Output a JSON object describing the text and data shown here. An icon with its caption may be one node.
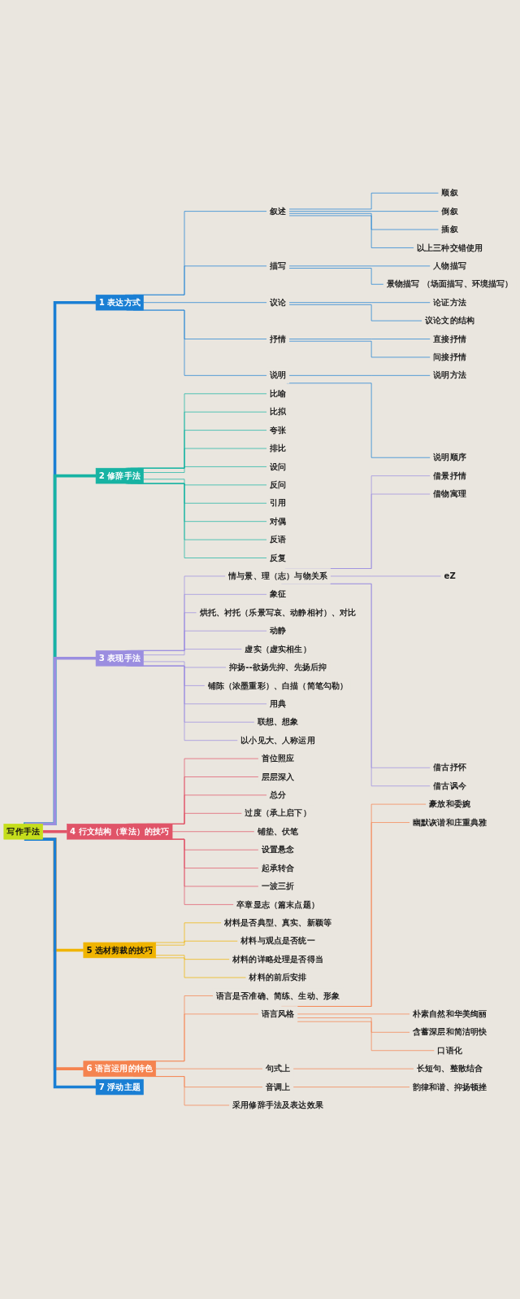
{
  "diagram": {
    "nodes": [
      {
        "text": [
          "写作手法"
        ]
      },
      {
        "text": [
          "1 表达方式"
        ]
      },
      {
        "text": [
          "叙述"
        ]
      },
      {
        "text": [
          "顺叙"
        ]
      },
      {
        "text": [
          "倒叙"
        ]
      },
      {
        "text": [
          "插叙"
        ]
      },
      {
        "text": [
          "以上三种交错使用"
        ]
      },
      {
        "text": [
          "描写"
        ]
      },
      {
        "text": [
          "人物描写"
        ]
      },
      {
        "text": [
          "景物描写 （场面描写、环境描写）"
        ]
      },
      {
        "text": [
          "议论"
        ]
      },
      {
        "text": [
          "论证方法"
        ]
      },
      {
        "text": [
          "议论文的结构"
        ]
      },
      {
        "text": [
          "抒情"
        ]
      },
      {
        "text": [
          "直接抒情"
        ]
      },
      {
        "text": [
          "间接抒情"
        ]
      },
      {
        "text": [
          "说明"
        ]
      },
      {
        "text": [
          "说明方法"
        ]
      },
      {
        "text": [
          "说明顺序"
        ]
      },
      {
        "text": [
          "2 修辞手法"
        ]
      },
      {
        "text": [
          "比喻"
        ]
      },
      {
        "text": [
          "比拟"
        ]
      },
      {
        "text": [
          "夸张"
        ]
      },
      {
        "text": [
          "排比"
        ]
      },
      {
        "text": [
          "设问"
        ]
      },
      {
        "text": [
          "反问"
        ]
      },
      {
        "text": [
          "引用"
        ]
      },
      {
        "text": [
          "对偶"
        ]
      },
      {
        "text": [
          "反语"
        ]
      },
      {
        "text": [
          "反复"
        ]
      },
      {
        "text": [
          "3 表现手法"
        ]
      },
      {
        "text": [
          "情与景、理（志）与物关系"
        ]
      },
      {
        "text": [
          "借景抒情"
        ]
      },
      {
        "text": [
          "借物寓理"
        ]
      },
      {
        "text": [
          "eZ"
        ]
      },
      {
        "text": [
          "借古抒怀"
        ]
      },
      {
        "text": [
          "借古讽今"
        ]
      },
      {
        "text": [
          "象征"
        ]
      },
      {
        "text": [
          "烘托、衬托（乐景写哀、动静相衬）、对比"
        ]
      },
      {
        "text": [
          "动静"
        ]
      },
      {
        "text": [
          "虚实（虚实相生）"
        ]
      },
      {
        "text": [
          "抑扬--欲扬先抑、先扬后抑"
        ]
      },
      {
        "text": [
          "铺陈（浓墨重彩）、白描（简笔勾勒）"
        ]
      },
      {
        "text": [
          "用典"
        ]
      },
      {
        "text": [
          "联想、想象"
        ]
      },
      {
        "text": [
          "以小见大、人称运用"
        ]
      },
      {
        "text": [
          "4 行文结构（章法）的技巧"
        ]
      },
      {
        "text": [
          "首位照应"
        ]
      },
      {
        "text": [
          "层层深入"
        ]
      },
      {
        "text": [
          "总分"
        ]
      },
      {
        "text": [
          "过度（承上启下）"
        ]
      },
      {
        "text": [
          "铺垫、伏笔"
        ]
      },
      {
        "text": [
          "设置悬念"
        ]
      },
      {
        "text": [
          "起承转合"
        ]
      },
      {
        "text": [
          "一波三折"
        ]
      },
      {
        "text": [
          "卒章显志（篇末点题）"
        ]
      },
      {
        "text": [
          "5 选材剪裁的技巧"
        ]
      },
      {
        "text": [
          "材料是否典型、真实、新颖等"
        ]
      },
      {
        "text": [
          "材料与观点是否统一"
        ]
      },
      {
        "text": [
          "材料的详略处理是否得当"
        ]
      },
      {
        "text": [
          "材料的前后安排"
        ]
      },
      {
        "text": [
          "6 语言运用的特色"
        ]
      },
      {
        "text": [
          "语言是否准确、简练、生动、形象"
        ]
      },
      {
        "text": [
          "语言风格"
        ]
      },
      {
        "text": [
          "豪放和委婉"
        ]
      },
      {
        "text": [
          "幽默诙谐和庄重典雅"
        ]
      },
      {
        "text": [
          "朴素自然和华美绚丽"
        ]
      },
      {
        "text": [
          "含蓄深层和简洁明快"
        ]
      },
      {
        "text": [
          "口语化"
        ]
      },
      {
        "text": [
          "句式上"
        ]
      },
      {
        "text": [
          "长短句、整散结合"
        ]
      },
      {
        "text": [
          "音调上"
        ]
      },
      {
        "text": [
          "韵律和谐、抑扬顿挫"
        ]
      },
      {
        "text": [
          "采用修辞手法及表达效果"
        ]
      },
      {
        "text": [
          "7 浮动主题"
        ]
      }
    ],
    "edges": [
      {
        "from": 0,
        "to": 1,
        "arrow": "none",
        "style": "thick",
        "color": "#1a7fd4"
      },
      {
        "from": 1,
        "to": 2,
        "arrow": "none",
        "color": "#1a7fd4"
      },
      {
        "from": 2,
        "to": 3,
        "arrow": "none",
        "color": "#1a7fd4"
      },
      {
        "from": 2,
        "to": 4,
        "arrow": "none",
        "color": "#1a7fd4"
      },
      {
        "from": 2,
        "to": 5,
        "arrow": "none",
        "color": "#1a7fd4"
      },
      {
        "from": 2,
        "to": 6,
        "arrow": "none",
        "color": "#1a7fd4"
      },
      {
        "from": 1,
        "to": 7,
        "arrow": "none",
        "color": "#1a7fd4"
      },
      {
        "from": 7,
        "to": 8,
        "arrow": "none",
        "color": "#1a7fd4"
      },
      {
        "from": 7,
        "to": 9,
        "arrow": "none",
        "color": "#1a7fd4"
      },
      {
        "from": 1,
        "to": 10,
        "arrow": "none",
        "color": "#1a7fd4"
      },
      {
        "from": 10,
        "to": 11,
        "arrow": "none",
        "color": "#1a7fd4"
      },
      {
        "from": 10,
        "to": 12,
        "arrow": "none",
        "color": "#1a7fd4"
      },
      {
        "from": 1,
        "to": 13,
        "arrow": "none",
        "color": "#1a7fd4"
      },
      {
        "from": 13,
        "to": 14,
        "arrow": "none",
        "color": "#1a7fd4"
      },
      {
        "from": 13,
        "to": 15,
        "arrow": "none",
        "color": "#1a7fd4"
      },
      {
        "from": 1,
        "to": 16,
        "arrow": "none",
        "color": "#1a7fd4"
      },
      {
        "from": 16,
        "to": 17,
        "arrow": "none",
        "color": "#1a7fd4"
      },
      {
        "from": 16,
        "to": 18,
        "arrow": "none",
        "color": "#1a7fd4"
      },
      {
        "from": 0,
        "to": 19,
        "arrow": "none",
        "style": "thick",
        "color": "#17b3a3"
      },
      {
        "from": 19,
        "to": 20,
        "arrow": "none",
        "color": "#17b3a3"
      },
      {
        "from": 19,
        "to": 21,
        "arrow": "none",
        "color": "#17b3a3"
      },
      {
        "from": 19,
        "to": 22,
        "arrow": "none",
        "color": "#17b3a3"
      },
      {
        "from": 19,
        "to": 23,
        "arrow": "none",
        "color": "#17b3a3"
      },
      {
        "from": 19,
        "to": 24,
        "arrow": "none",
        "color": "#17b3a3"
      },
      {
        "from": 19,
        "to": 25,
        "arrow": "none",
        "color": "#17b3a3"
      },
      {
        "from": 19,
        "to": 26,
        "arrow": "none",
        "color": "#17b3a3"
      },
      {
        "from": 19,
        "to": 27,
        "arrow": "none",
        "color": "#17b3a3"
      },
      {
        "from": 19,
        "to": 28,
        "arrow": "none",
        "color": "#17b3a3"
      },
      {
        "from": 19,
        "to": 29,
        "arrow": "none",
        "color": "#17b3a3"
      },
      {
        "from": 0,
        "to": 30,
        "arrow": "none",
        "style": "thick",
        "color": "#9b8ee0"
      },
      {
        "from": 30,
        "to": 31,
        "arrow": "none",
        "color": "#9b8ee0"
      },
      {
        "from": 31,
        "to": 32,
        "arrow": "none",
        "color": "#9b8ee0"
      },
      {
        "from": 31,
        "to": 33,
        "arrow": "none",
        "color": "#9b8ee0"
      },
      {
        "from": 31,
        "to": 34,
        "arrow": "none",
        "color": "#9b8ee0"
      },
      {
        "from": 31,
        "to": 35,
        "arrow": "none",
        "color": "#9b8ee0"
      },
      {
        "from": 31,
        "to": 36,
        "arrow": "none",
        "color": "#9b8ee0"
      },
      {
        "from": 30,
        "to": 37,
        "arrow": "none",
        "color": "#9b8ee0"
      },
      {
        "from": 30,
        "to": 38,
        "arrow": "none",
        "color": "#9b8ee0"
      },
      {
        "from": 30,
        "to": 39,
        "arrow": "none",
        "color": "#9b8ee0"
      },
      {
        "from": 30,
        "to": 40,
        "arrow": "none",
        "color": "#9b8ee0"
      },
      {
        "from": 30,
        "to": 41,
        "arrow": "none",
        "color": "#9b8ee0"
      },
      {
        "from": 30,
        "to": 42,
        "arrow": "none",
        "color": "#9b8ee0"
      },
      {
        "from": 30,
        "to": 43,
        "arrow": "none",
        "color": "#9b8ee0"
      },
      {
        "from": 30,
        "to": 44,
        "arrow": "none",
        "color": "#9b8ee0"
      },
      {
        "from": 30,
        "to": 45,
        "arrow": "none",
        "color": "#9b8ee0"
      },
      {
        "from": 0,
        "to": 46,
        "arrow": "none",
        "style": "thick",
        "color": "#e05468"
      },
      {
        "from": 46,
        "to": 47,
        "arrow": "none",
        "color": "#e05468"
      },
      {
        "from": 46,
        "to": 48,
        "arrow": "none",
        "color": "#e05468"
      },
      {
        "from": 46,
        "to": 49,
        "arrow": "none",
        "color": "#e05468"
      },
      {
        "from": 46,
        "to": 50,
        "arrow": "none",
        "color": "#e05468"
      },
      {
        "from": 46,
        "to": 51,
        "arrow": "none",
        "color": "#e05468"
      },
      {
        "from": 46,
        "to": 52,
        "arrow": "none",
        "color": "#e05468"
      },
      {
        "from": 46,
        "to": 53,
        "arrow": "none",
        "color": "#e05468"
      },
      {
        "from": 46,
        "to": 54,
        "arrow": "none",
        "color": "#e05468"
      },
      {
        "from": 46,
        "to": 55,
        "arrow": "none",
        "color": "#e05468"
      },
      {
        "from": 0,
        "to": 56,
        "arrow": "none",
        "style": "thick",
        "color": "#f0b400"
      },
      {
        "from": 56,
        "to": 57,
        "arrow": "none",
        "color": "#f0b400"
      },
      {
        "from": 56,
        "to": 58,
        "arrow": "none",
        "color": "#f0b400"
      },
      {
        "from": 56,
        "to": 59,
        "arrow": "none",
        "color": "#f0b400"
      },
      {
        "from": 56,
        "to": 60,
        "arrow": "none",
        "color": "#f0b400"
      },
      {
        "from": 0,
        "to": 61,
        "arrow": "none",
        "style": "thick",
        "color": "#f5834f"
      },
      {
        "from": 61,
        "to": 62,
        "arrow": "none",
        "color": "#f5834f"
      },
      {
        "from": 61,
        "to": 63,
        "arrow": "none",
        "color": "#f5834f"
      },
      {
        "from": 63,
        "to": 64,
        "arrow": "none",
        "color": "#f5834f"
      },
      {
        "from": 63,
        "to": 65,
        "arrow": "none",
        "color": "#f5834f"
      },
      {
        "from": 63,
        "to": 66,
        "arrow": "none",
        "color": "#f5834f"
      },
      {
        "from": 63,
        "to": 67,
        "arrow": "none",
        "color": "#f5834f"
      },
      {
        "from": 63,
        "to": 68,
        "arrow": "none",
        "color": "#f5834f"
      },
      {
        "from": 61,
        "to": 69,
        "arrow": "none",
        "color": "#f5834f"
      },
      {
        "from": 69,
        "to": 70,
        "arrow": "none",
        "color": "#f5834f"
      },
      {
        "from": 61,
        "to": 71,
        "arrow": "none",
        "color": "#f5834f"
      },
      {
        "from": 71,
        "to": 72,
        "arrow": "none",
        "color": "#f5834f"
      },
      {
        "from": 61,
        "to": 73,
        "arrow": "none",
        "color": "#f5834f"
      },
      {
        "from": 0,
        "to": 74,
        "arrow": "none",
        "style": "thick",
        "color": "#1a7fd4"
      }
    ]
  }
}
